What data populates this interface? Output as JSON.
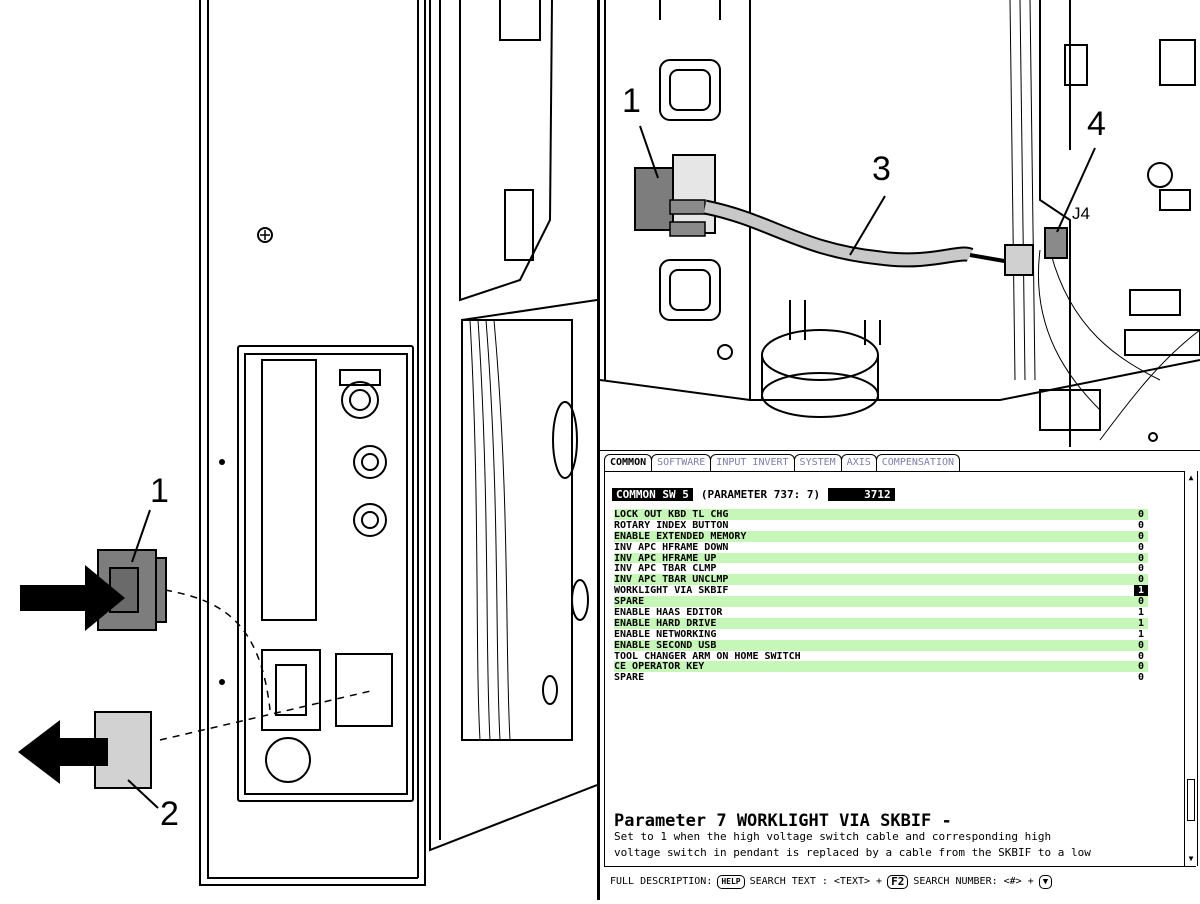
{
  "callouts": {
    "left_1": "1",
    "left_2": "2",
    "top_1": "1",
    "top_3": "3",
    "top_4": "4",
    "j4": "J4"
  },
  "tabs": [
    "COMMON",
    "SOFTWARE",
    "INPUT INVERT",
    "SYSTEM",
    "AXIS",
    "COMPENSATION"
  ],
  "active_tab": "COMMON",
  "header": {
    "name": "COMMON SW 5",
    "param": "(PARAMETER 737: 7)",
    "value": "3712"
  },
  "rows": [
    {
      "label": "LOCK OUT KBD TL CHG",
      "value": "0",
      "green": true
    },
    {
      "label": "ROTARY INDEX BUTTON",
      "value": "0",
      "green": false
    },
    {
      "label": "ENABLE EXTENDED MEMORY",
      "value": "0",
      "green": true
    },
    {
      "label": "INV APC HFRAME DOWN",
      "value": "0",
      "green": false
    },
    {
      "label": "INV APC HFRAME UP",
      "value": "0",
      "green": true
    },
    {
      "label": "INV APC TBAR CLMP",
      "value": "0",
      "green": false
    },
    {
      "label": "INV APC TBAR UNCLMP",
      "value": "0",
      "green": true
    },
    {
      "label": "WORKLIGHT VIA SKBIF",
      "value": "1",
      "green": false,
      "selected": true
    },
    {
      "label": "SPARE",
      "value": "0",
      "green": true
    },
    {
      "label": "ENABLE HAAS EDITOR",
      "value": "1",
      "green": false
    },
    {
      "label": "ENABLE HARD DRIVE",
      "value": "1",
      "green": true
    },
    {
      "label": "ENABLE NETWORKING",
      "value": "1",
      "green": false
    },
    {
      "label": "ENABLE SECOND USB",
      "value": "0",
      "green": true
    },
    {
      "label": "TOOL CHANGER ARM ON HOME SWITCH",
      "value": "0",
      "green": false
    },
    {
      "label": "CE OPERATOR KEY",
      "value": "0",
      "green": true
    },
    {
      "label": "SPARE",
      "value": "0",
      "green": false
    }
  ],
  "description": {
    "title": "Parameter 7 WORKLIGHT VIA SKBIF -",
    "line1": "Set to 1 when the high voltage switch cable and corresponding high",
    "line2": "voltage switch in pendant is replaced by a cable from the SKBIF to a low"
  },
  "bottom": {
    "full_desc": "FULL DESCRIPTION:",
    "help_key": "HELP",
    "search_text": "SEARCH TEXT : <TEXT> +",
    "f2_key": "F2",
    "search_number": "SEARCH NUMBER: <#> +"
  },
  "colors": {
    "row_highlight": "#c6f6b8",
    "inactive_tab_text": "#7a7fa8"
  }
}
